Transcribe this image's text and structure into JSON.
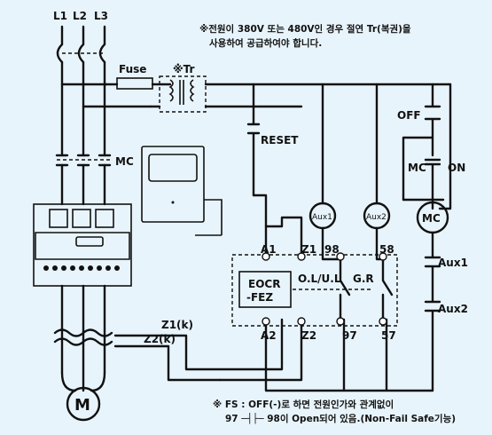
{
  "notes": {
    "top_line1": "※전원이 380V 또는 480V인 경우 절연 Tr(복권)을",
    "top_line2": "사용하여 공급하여야 합니다.",
    "bottom_line1": "※ FS : OFF(-)로 하면 전원인가와 관계없이",
    "bottom_line2": "97 ─┤├─ 98이 Open되어 있음.(Non-Fail Safe기능)"
  },
  "labels": {
    "l1": "L1",
    "l2": "L2",
    "l3": "L3",
    "fuse": "Fuse",
    "tr": "※Tr",
    "off": "OFF",
    "on": "ON",
    "mc": "MC",
    "reset": "RESET",
    "aux1": "Aux1",
    "aux2": "Aux2",
    "a1": "A1",
    "z1": "Z1",
    "t98": "98",
    "t58": "58",
    "eocr1": "EOCR",
    "eocr2": "-FEZ",
    "ol_ul": "O.L/U.L",
    "gr": "G.R",
    "a2": "A2",
    "z2": "Z2",
    "t97": "97",
    "t57": "57",
    "z1k": "Z1(k)",
    "z2k": "Z2(k)",
    "motor": "M"
  }
}
